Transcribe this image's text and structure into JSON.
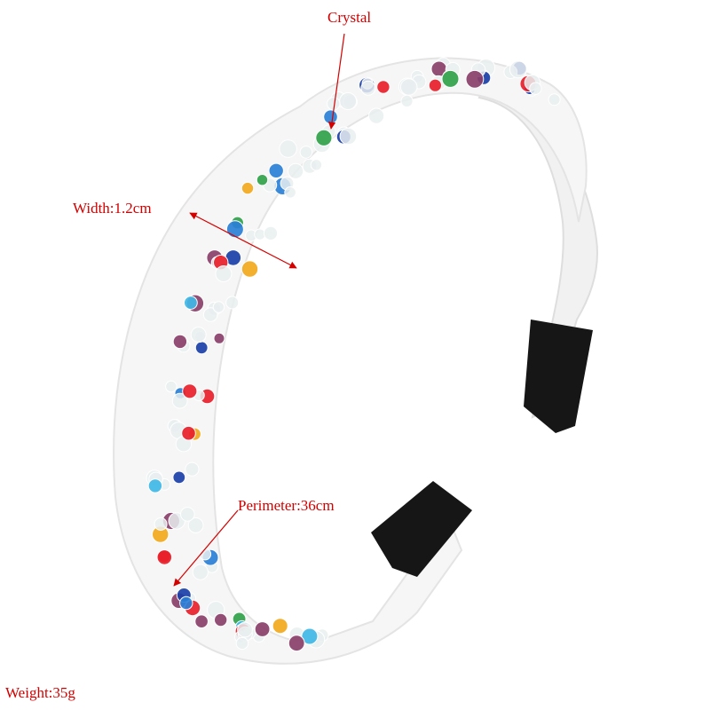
{
  "annotations": {
    "crystal": "Crystal",
    "width": "Width:1.2cm",
    "perimeter": "Perimeter:36cm",
    "weight": "Weight:35g"
  },
  "colors": {
    "annotation": "#d40000",
    "band_base": "#f6f6f6",
    "band_edge": "#e4e4e4",
    "fabric": "#161616",
    "bead_palette": [
      "#e8202a",
      "#f2a81c",
      "#2a7fd6",
      "#2fa24a",
      "#1a3fa8",
      "#3fb7e6",
      "#8a3f6a",
      "#d7d7d7",
      "#f0c060"
    ]
  },
  "product": {
    "type": "beaded-headband",
    "bead_material": "crystal"
  }
}
